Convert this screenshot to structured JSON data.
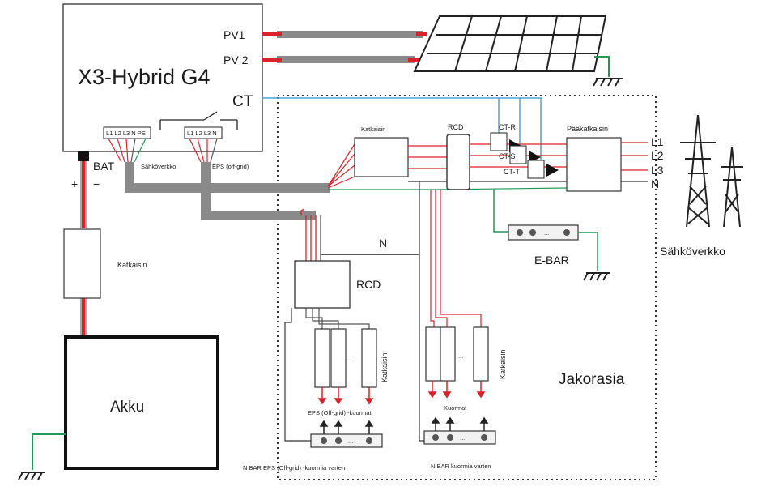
{
  "inverter": {
    "title": "X3-Hybrid G4",
    "pv1": "PV1",
    "pv2": "PV 2",
    "ct": "CT",
    "bat": "BAT",
    "plus": "+",
    "minus": "−",
    "terminals_grid": "L1 L2 L3 N PE",
    "terminals_eps": "L1 L2 L3 N",
    "grid_port": "Sähköverkko",
    "eps_port": "EPS (off-grid)"
  },
  "breakers": {
    "main_breaker": "Katkaisin",
    "battery_breaker": "Katkaisin",
    "eps_breaker": "Katkaisin",
    "load_breaker": "Katkaisin",
    "main_switch": "Pääkatkaisin"
  },
  "rcd": {
    "main": "RCD",
    "eps": "RCD"
  },
  "ct_labels": [
    "CT-R",
    "CT-S",
    "CT-T"
  ],
  "phases": [
    "L1",
    "L2",
    "L3",
    "N"
  ],
  "neutral_label": "N",
  "earth_bar": "E-BAR",
  "battery": "Akku",
  "grid": "Sähköverkko",
  "distribution_board": "Jakorasia",
  "loads": {
    "eps_loads": "EPS (Off-grid) -kuormat",
    "loads": "Kuormat",
    "nbar_eps": "N BAR EPS (Off-grid) -kuormia varten",
    "nbar_loads": "N BAR kuormia varten",
    "dots": "..."
  },
  "colors": {
    "red": "#d9222b",
    "green": "#1f9a55",
    "blue": "#4aa0d8",
    "cable": "#8a8a8a",
    "line": "#1a1a1a"
  }
}
